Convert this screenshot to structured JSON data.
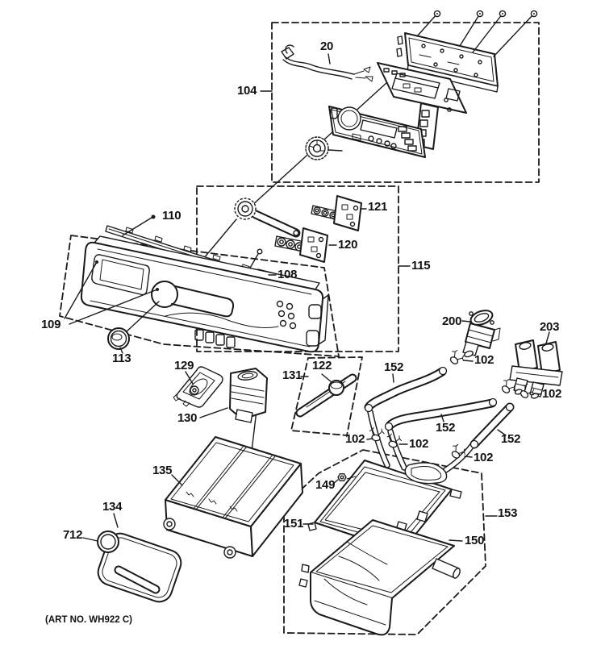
{
  "diagram": {
    "type": "exploded-parts-diagram",
    "art_no": "(ART NO. WH922 C)",
    "ink_color": "#1a1a1a",
    "background": "#ffffff"
  },
  "callouts": {
    "harness": "20",
    "control_assembly_box": "104",
    "trim_strip": "110",
    "switch_board_right": "121",
    "support_box": "115",
    "switch_board_left": "120",
    "support_strip": "108",
    "panel_outline": "109",
    "knob": "113",
    "cup_insert": "129",
    "siphon_box": "131",
    "siphon_cap": "122",
    "funnel": "130",
    "hose_left": "152",
    "hose_mid": "152",
    "hose_right": "152",
    "valve_single": "200",
    "valve_double": "203",
    "clamp_top": "102",
    "clamp_right": "102",
    "clamp_bottom_left": "102",
    "clamp_bottom_mid": "102",
    "clamp_bottom_right": "102",
    "drawer": "135",
    "nut": "149",
    "handle": "134",
    "dispenser_cover": "151",
    "dispenser_module_box": "153",
    "ring": "712",
    "dispenser_body": "150"
  }
}
